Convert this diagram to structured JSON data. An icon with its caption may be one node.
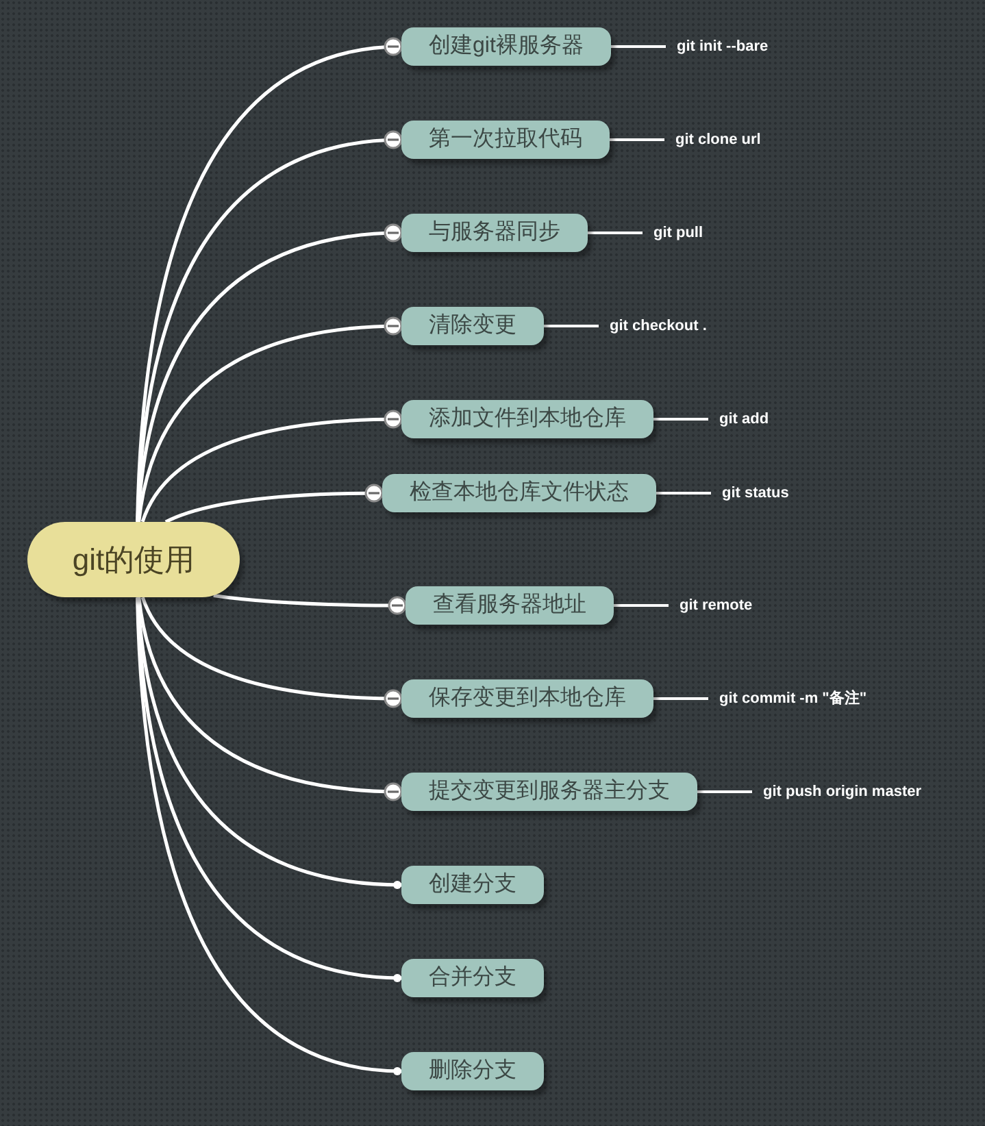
{
  "diagram": {
    "nodes": [
      {
        "text": [
          "git的使用"
        ]
      },
      {
        "text": [
          "创建git裸服务器"
        ]
      },
      {
        "text": [
          "git init --bare"
        ]
      },
      {
        "text": [
          "第一次拉取代码"
        ]
      },
      {
        "text": [
          "git clone url"
        ]
      },
      {
        "text": [
          "与服务器同步"
        ]
      },
      {
        "text": [
          "git pull"
        ]
      },
      {
        "text": [
          "清除变更"
        ]
      },
      {
        "text": [
          "git checkout ."
        ]
      },
      {
        "text": [
          "添加文件到本地仓库"
        ]
      },
      {
        "text": [
          "git add"
        ]
      },
      {
        "text": [
          "检查本地仓库文件状态"
        ]
      },
      {
        "text": [
          "git status"
        ]
      },
      {
        "text": [
          "查看服务器地址"
        ]
      },
      {
        "text": [
          "git remote"
        ]
      },
      {
        "text": [
          "保存变更到本地仓库"
        ]
      },
      {
        "text": [
          "git commit -m \"备注\""
        ]
      },
      {
        "text": [
          "提交变更到服务器主分支"
        ]
      },
      {
        "text": [
          "git push origin master"
        ]
      },
      {
        "text": [
          "创建分支"
        ]
      },
      {
        "text": [
          "合并分支"
        ]
      },
      {
        "text": [
          "删除分支"
        ]
      }
    ],
    "edges": [
      {
        "from": 0,
        "to": 1,
        "arrow": "other"
      },
      {
        "from": 1,
        "to": 2,
        "arrow": "none"
      },
      {
        "from": 0,
        "to": 3,
        "arrow": "other"
      },
      {
        "from": 3,
        "to": 4,
        "arrow": "none"
      },
      {
        "from": 0,
        "to": 5,
        "arrow": "other"
      },
      {
        "from": 5,
        "to": 6,
        "arrow": "none"
      },
      {
        "from": 0,
        "to": 7,
        "arrow": "other"
      },
      {
        "from": 7,
        "to": 8,
        "arrow": "none"
      },
      {
        "from": 0,
        "to": 9,
        "arrow": "other"
      },
      {
        "from": 9,
        "to": 10,
        "arrow": "none"
      },
      {
        "from": 0,
        "to": 11,
        "arrow": "other"
      },
      {
        "from": 11,
        "to": 12,
        "arrow": "none"
      },
      {
        "from": 0,
        "to": 13,
        "arrow": "other"
      },
      {
        "from": 13,
        "to": 14,
        "arrow": "none"
      },
      {
        "from": 0,
        "to": 15,
        "arrow": "other"
      },
      {
        "from": 15,
        "to": 16,
        "arrow": "none"
      },
      {
        "from": 0,
        "to": 17,
        "arrow": "other"
      },
      {
        "from": 17,
        "to": 18,
        "arrow": "none"
      },
      {
        "from": 0,
        "to": 19,
        "arrow": "other"
      },
      {
        "from": 0,
        "to": 20,
        "arrow": "other"
      },
      {
        "from": 0,
        "to": 21,
        "arrow": "other"
      }
    ]
  }
}
